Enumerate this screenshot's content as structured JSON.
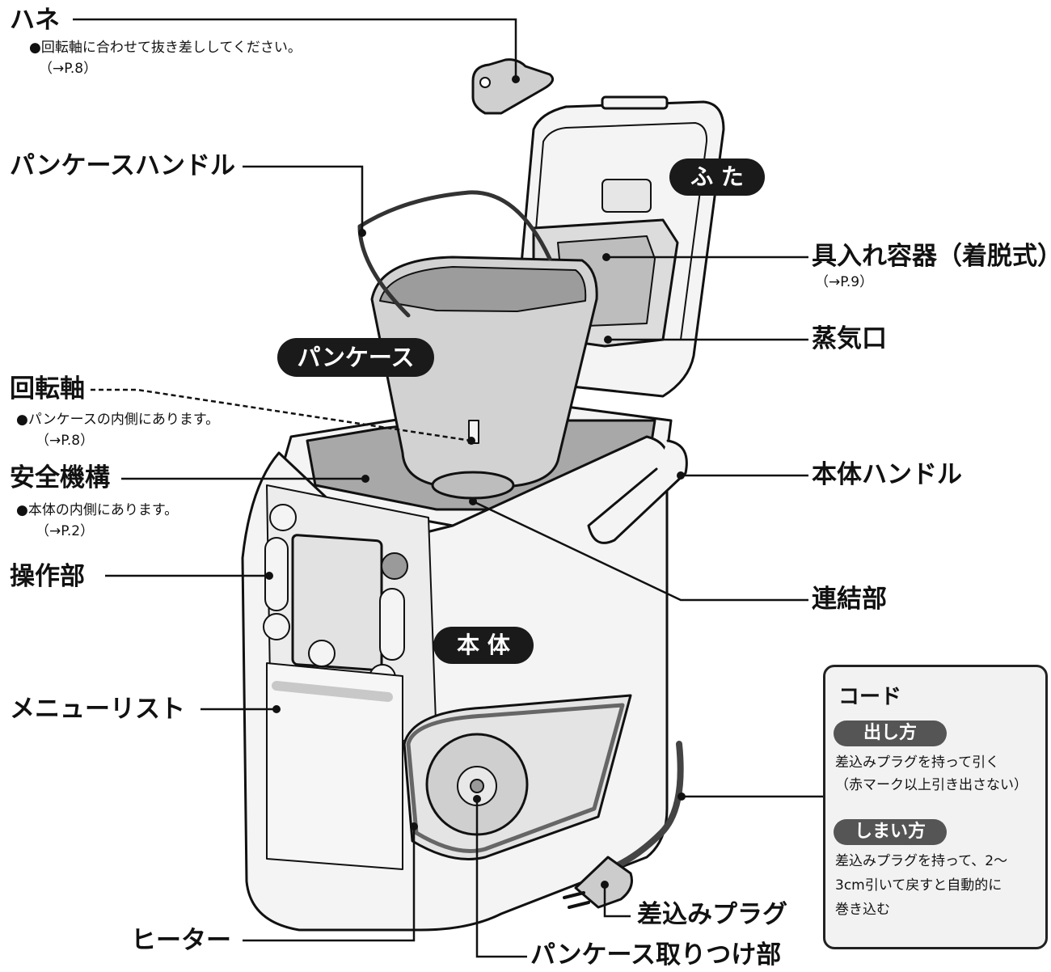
{
  "labels": {
    "hane": "ハネ",
    "hane_note1": "●回転軸に合わせて抜き差ししてください。",
    "hane_note2": "（→P.8）",
    "pancase_handle": "パンケースハンドル",
    "futa": "ふ た",
    "container": "具入れ容器（着脱式）",
    "container_note": "（→P.9）",
    "steam": "蒸気口",
    "pancase": "パンケース",
    "shaft": "回転軸",
    "shaft_note1": "●パンケースの内側にあります。",
    "shaft_note2": "（→P.8）",
    "safety": "安全機構",
    "safety_note1": "●本体の内側にあります。",
    "safety_note2": "（→P.2）",
    "body_handle": "本体ハンドル",
    "control": "操作部",
    "coupling": "連結部",
    "body": "本 体",
    "menu_list": "メニューリスト",
    "heater": "ヒーター",
    "mount": "パンケース取りつけ部",
    "plug": "差込みプラグ"
  },
  "cord_box": {
    "title": "コード",
    "pull_label": "出し方",
    "pull_line1": "差込みプラグを持って引く",
    "pull_line2": "（赤マーク以上引き出さない）",
    "store_label": "しまい方",
    "store_line1": "差込みプラグを持って、2〜",
    "store_line2": "3cm引いて戻すと自動的に",
    "store_line3": "巻き込む"
  },
  "colors": {
    "line": "#111111",
    "fill_light": "#f4f4f4",
    "fill_mid": "#cfcfcf",
    "fill_dark": "#9a9a9a",
    "pill": "#1a1a1a"
  }
}
